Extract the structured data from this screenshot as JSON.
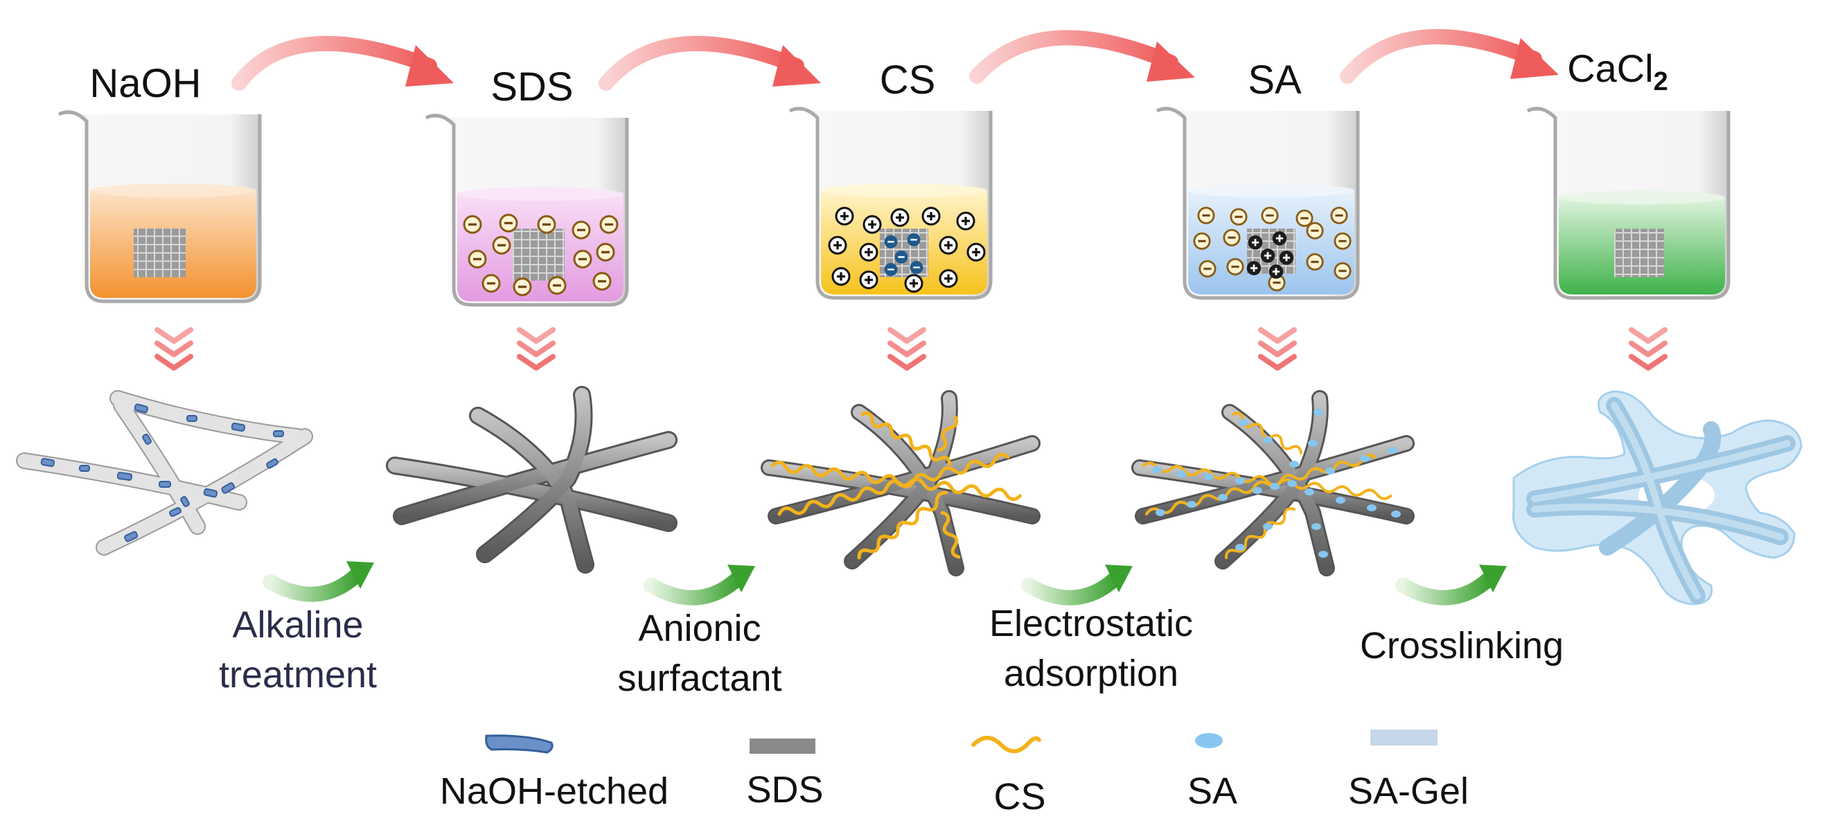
{
  "colors": {
    "naoh_liquid": "#f39a3c",
    "sds_liquid": "#e8a6e6",
    "cs_liquid": "#f8c92a",
    "sa_liquid": "#a7cbef",
    "cacl2_liquid": "#4cbb55",
    "fiber": "#8f8f8f",
    "etched_patch": "#6b8fc7",
    "cs_chain": "#f2b21b",
    "sa_dot": "#87c6ef",
    "gel": "#a9d2ef",
    "process_arrow": "#f26d6d",
    "step_arrow": "#4faa3c",
    "step_text": "#2b2d4a"
  },
  "reagents": [
    {
      "label": "NaOH",
      "sub": ""
    },
    {
      "label": "SDS",
      "sub": ""
    },
    {
      "label": "CS",
      "sub": ""
    },
    {
      "label": "SA",
      "sub": ""
    },
    {
      "label": "CaCl",
      "sub": "2"
    }
  ],
  "steps": [
    {
      "line1": "Alkaline",
      "line2": "treatment"
    },
    {
      "line1": "Anionic",
      "line2": "surfactant"
    },
    {
      "line1": "Electrostatic",
      "line2": "adsorption"
    },
    {
      "line1": "Crosslinking",
      "line2": ""
    }
  ],
  "legend": [
    {
      "label": "NaOH-etched",
      "symbol": "etched-patch"
    },
    {
      "label": "SDS",
      "symbol": "gray-bar"
    },
    {
      "label": "CS",
      "symbol": "yellow-wave"
    },
    {
      "label": "SA",
      "symbol": "blue-dot"
    },
    {
      "label": "SA-Gel",
      "symbol": "gel-bar"
    }
  ],
  "charges": {
    "negative": "−",
    "positive": "+"
  }
}
